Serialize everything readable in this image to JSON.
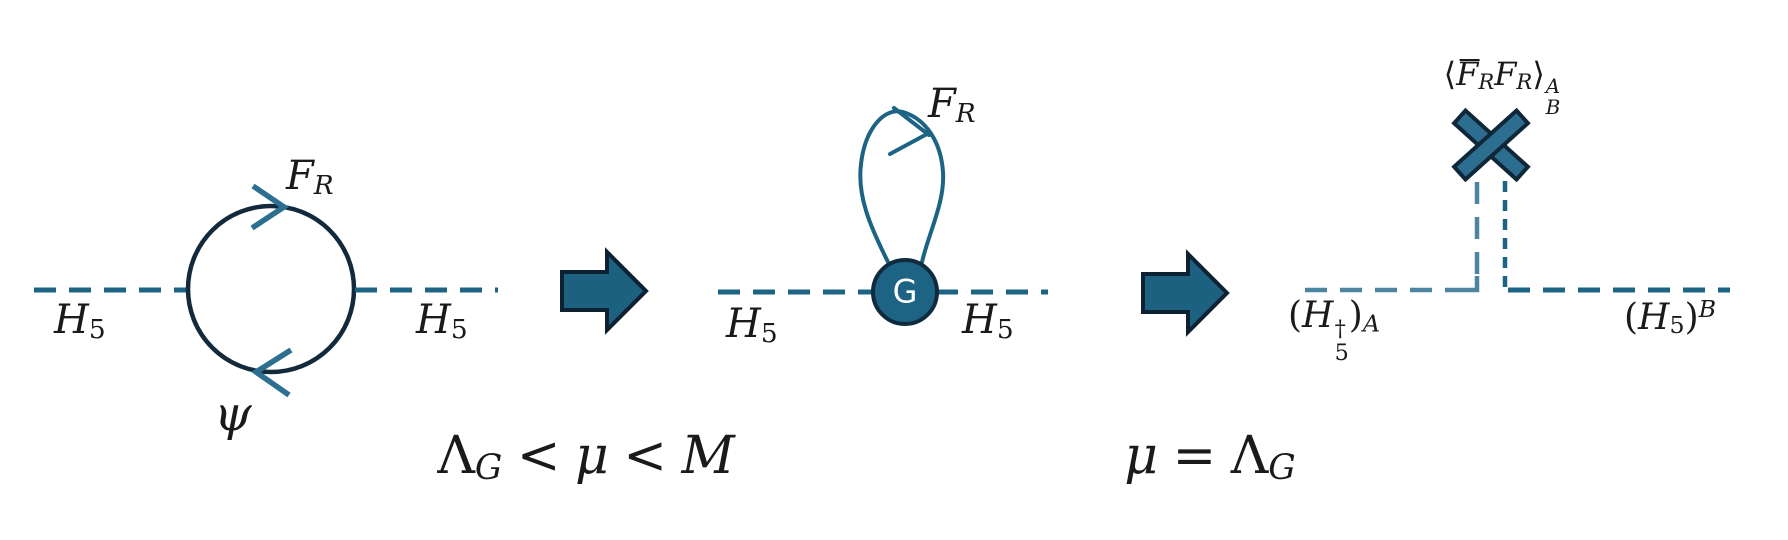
{
  "colors": {
    "propagator_teal": "#1d6384",
    "propagator_light": "#4d84a0",
    "loop_ring_navy": "#132a3c",
    "chevron_teal": "#2c6f90",
    "block_arrow_fill": "#1c6180",
    "block_arrow_outline": "#0e2133",
    "vertex_fill": "#1d6384",
    "vertex_outline": "#112b3e",
    "cross_fill": "#2c6e8f",
    "cross_outline": "#102639",
    "text_black": "#1a1a1a",
    "vertex_text_white": "#ffffff",
    "background": "#ffffff"
  },
  "diagram_loop": {
    "in_label": {
      "base": "H",
      "sub": "5"
    },
    "out_label": {
      "base": "H",
      "sub": "5"
    },
    "top_particle": {
      "base": "F",
      "sub": "R"
    },
    "bottom_particle": {
      "base": "ψ"
    }
  },
  "diagram_vertex": {
    "in_label": {
      "base": "H",
      "sub": "5"
    },
    "out_label": {
      "base": "H",
      "sub": "5"
    },
    "loop_particle": {
      "base": "F",
      "sub": "R"
    },
    "vertex_label": "G"
  },
  "diagram_insertion": {
    "condensate": {
      "langle": "⟨",
      "fbar": "F",
      "fbar_sub": "R",
      "f": "F",
      "f_sub": "R",
      "rangle": "⟩",
      "sup": "A",
      "sub": "B"
    },
    "left_leg": {
      "open": "(",
      "base": "H",
      "sup": "†",
      "sub": "5",
      "close": ")",
      "outer_sub": "A"
    },
    "right_leg": {
      "open": "(",
      "base": "H",
      "sub": "5",
      "close": ")",
      "sup": "B"
    }
  },
  "formulas": {
    "running_scale": {
      "lambda": "Λ",
      "lambda_sub": "G",
      "lt1": "<",
      "mu": "μ",
      "lt2": "<",
      "mass": "M"
    },
    "matching_scale": {
      "mu": "μ",
      "equals": "=",
      "lambda": "Λ",
      "lambda_sub": "G"
    }
  }
}
